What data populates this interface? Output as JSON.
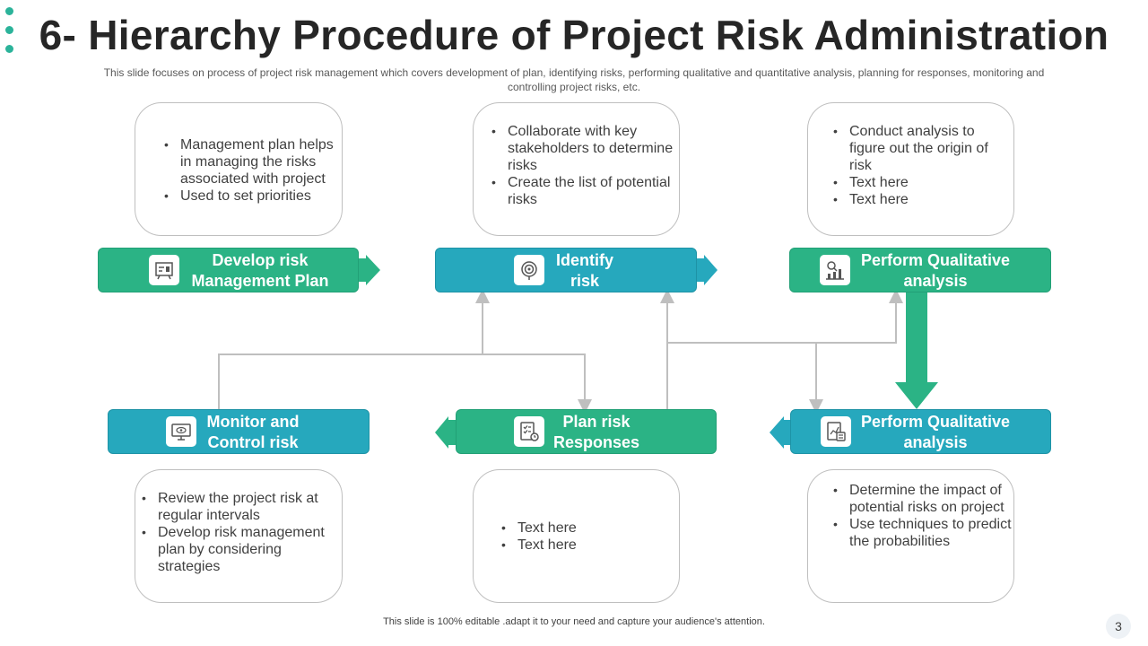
{
  "title": "6- Hierarchy Procedure of Project Risk Administration",
  "subtitle": "This slide focuses on process of project risk management which covers development of plan, identifying risks, performing qualitative and quantitative analysis, planning for responses, monitoring and controlling project risks, etc.",
  "boxes": {
    "top1": [
      "Management plan helps in managing the risks associated with project",
      "Used to set priorities"
    ],
    "top2": [
      "Collaborate with key stakeholders to determine risks",
      "Create the list of potential risks"
    ],
    "top3": [
      "Conduct analysis to figure out the origin of risk",
      "Text here",
      "Text here"
    ],
    "bottom1": [
      "Review the project risk at regular intervals",
      "Develop risk management plan by considering strategies"
    ],
    "bottom2": [
      "Text here",
      "Text here"
    ],
    "bottom3": [
      "Determine the impact of potential risks on project",
      "Use techniques to predict the probabilities"
    ]
  },
  "stages": {
    "develop": {
      "line1": "Develop risk",
      "line2": "Management Plan",
      "icon": "planning-board-icon"
    },
    "identify": {
      "line1": "Identify",
      "line2": "risk",
      "icon": "target-icon"
    },
    "qualitative": {
      "line1": "Perform Qualitative",
      "line2": "analysis",
      "icon": "analysis-chart-icon"
    },
    "monitor": {
      "line1": "Monitor and",
      "line2": "Control risk",
      "icon": "monitor-eye-icon"
    },
    "plan": {
      "line1": "Plan risk",
      "line2": "Responses",
      "icon": "checklist-clock-icon"
    },
    "quantitative": {
      "line1": "Perform Qualitative",
      "line2": "analysis",
      "icon": "calculator-report-icon"
    }
  },
  "colors": {
    "green": "#2bb385",
    "teal": "#26a8bd",
    "connector": "#bfbfbf"
  },
  "footer": "This slide is 100% editable .adapt it to your need and capture your audience's attention.",
  "page_number": "3"
}
